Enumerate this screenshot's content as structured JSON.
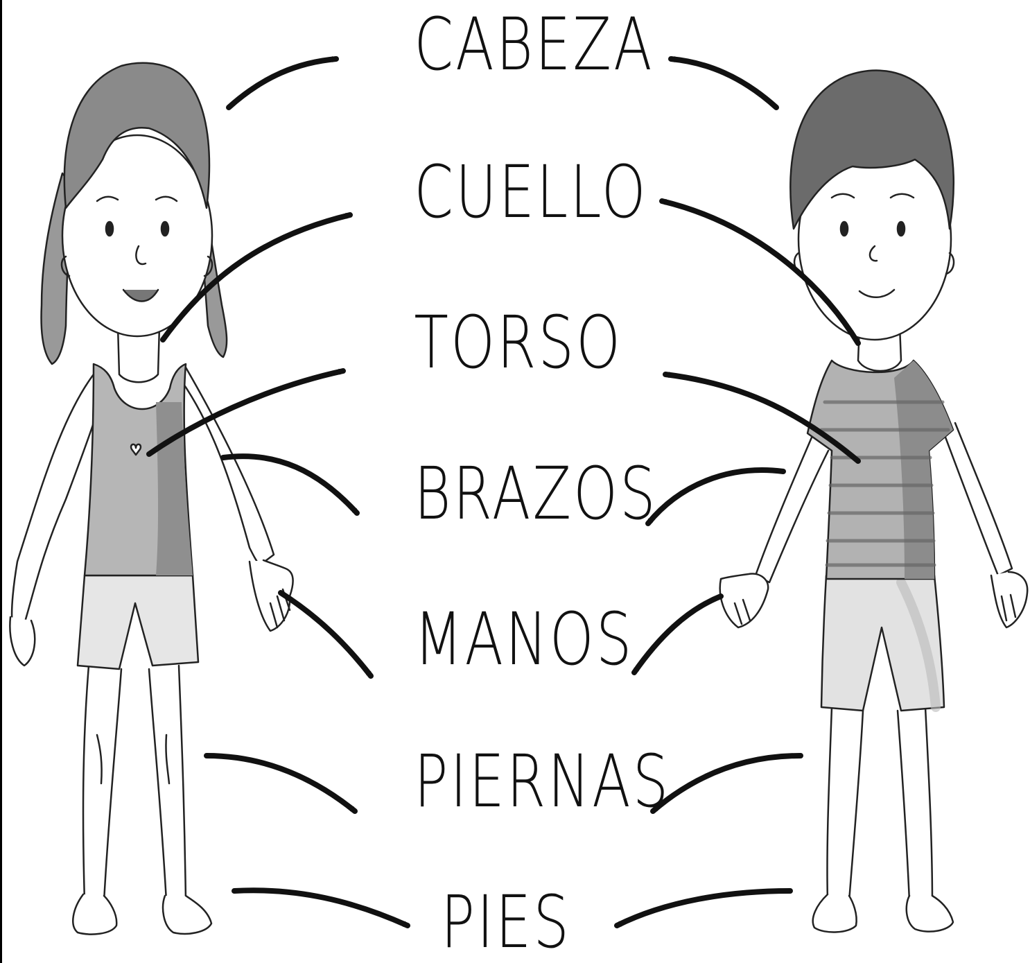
{
  "labels": {
    "cabeza": "CABEZA",
    "cuello": "CUELLO",
    "torso": "TORSO",
    "brazos": "BRAZOS",
    "manos": "MANOS",
    "piernas": "PIERNAS",
    "pies": "PIES"
  },
  "colors": {
    "ink": "#111111",
    "hair_girl": "#8a8a8a",
    "hair_boy": "#6b6b6b",
    "shirt_light": "#b4b4b4",
    "shirt_dark": "#8e8e8e",
    "shorts": "#e4e4e4"
  },
  "figures": {
    "left": "girl-figure",
    "right": "boy-figure"
  }
}
